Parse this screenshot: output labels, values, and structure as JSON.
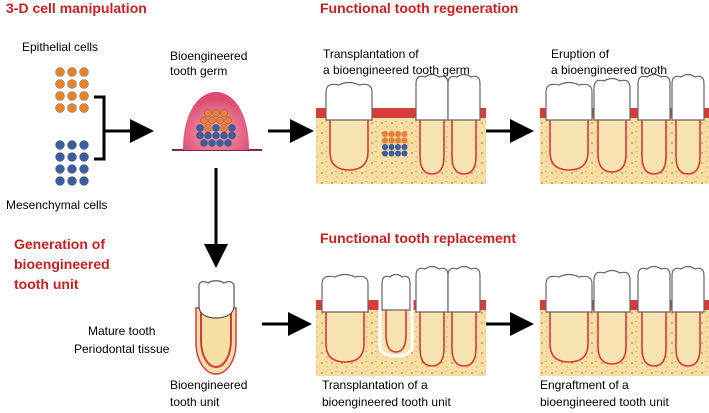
{
  "headings": {
    "cell_manipulation": "3-D cell manipulation",
    "regeneration": "Functional tooth regeneration",
    "generation_line1": "Generation of",
    "generation_line2": "bioengineered",
    "generation_line3": "tooth unit",
    "replacement": "Functional tooth replacement"
  },
  "labels": {
    "epithelial": "Epithelial cells",
    "mesenchymal": "Mesenchymal cells",
    "germ_line1": "Bioengineered",
    "germ_line2": "tooth germ",
    "transplant_germ_line1": "Transplantation of",
    "transplant_germ_line2": "a bioengineered tooth germ",
    "eruption_line1": "Eruption of",
    "eruption_line2": "a bioengineered tooth",
    "mature_line1": "Mature tooth",
    "mature_line2": "Periodontal tissue",
    "unit_line1": "Bioengineered",
    "unit_line2": "tooth unit",
    "transplant_unit_line1": "Transplantation of a",
    "transplant_unit_line2": "bioengineered tooth unit",
    "engraft_line1": "Engraftment of a",
    "engraft_line2": "bioengineered tooth unit"
  },
  "colors": {
    "heading": "#cc1f1f",
    "epithelial_cell": "#e8822a",
    "mesenchymal_cell": "#3a5fa0",
    "gum": "#d63c3c",
    "bone": "#f6dfa5",
    "germ_dome": "#e0557a",
    "enamel": "#ffffff"
  }
}
